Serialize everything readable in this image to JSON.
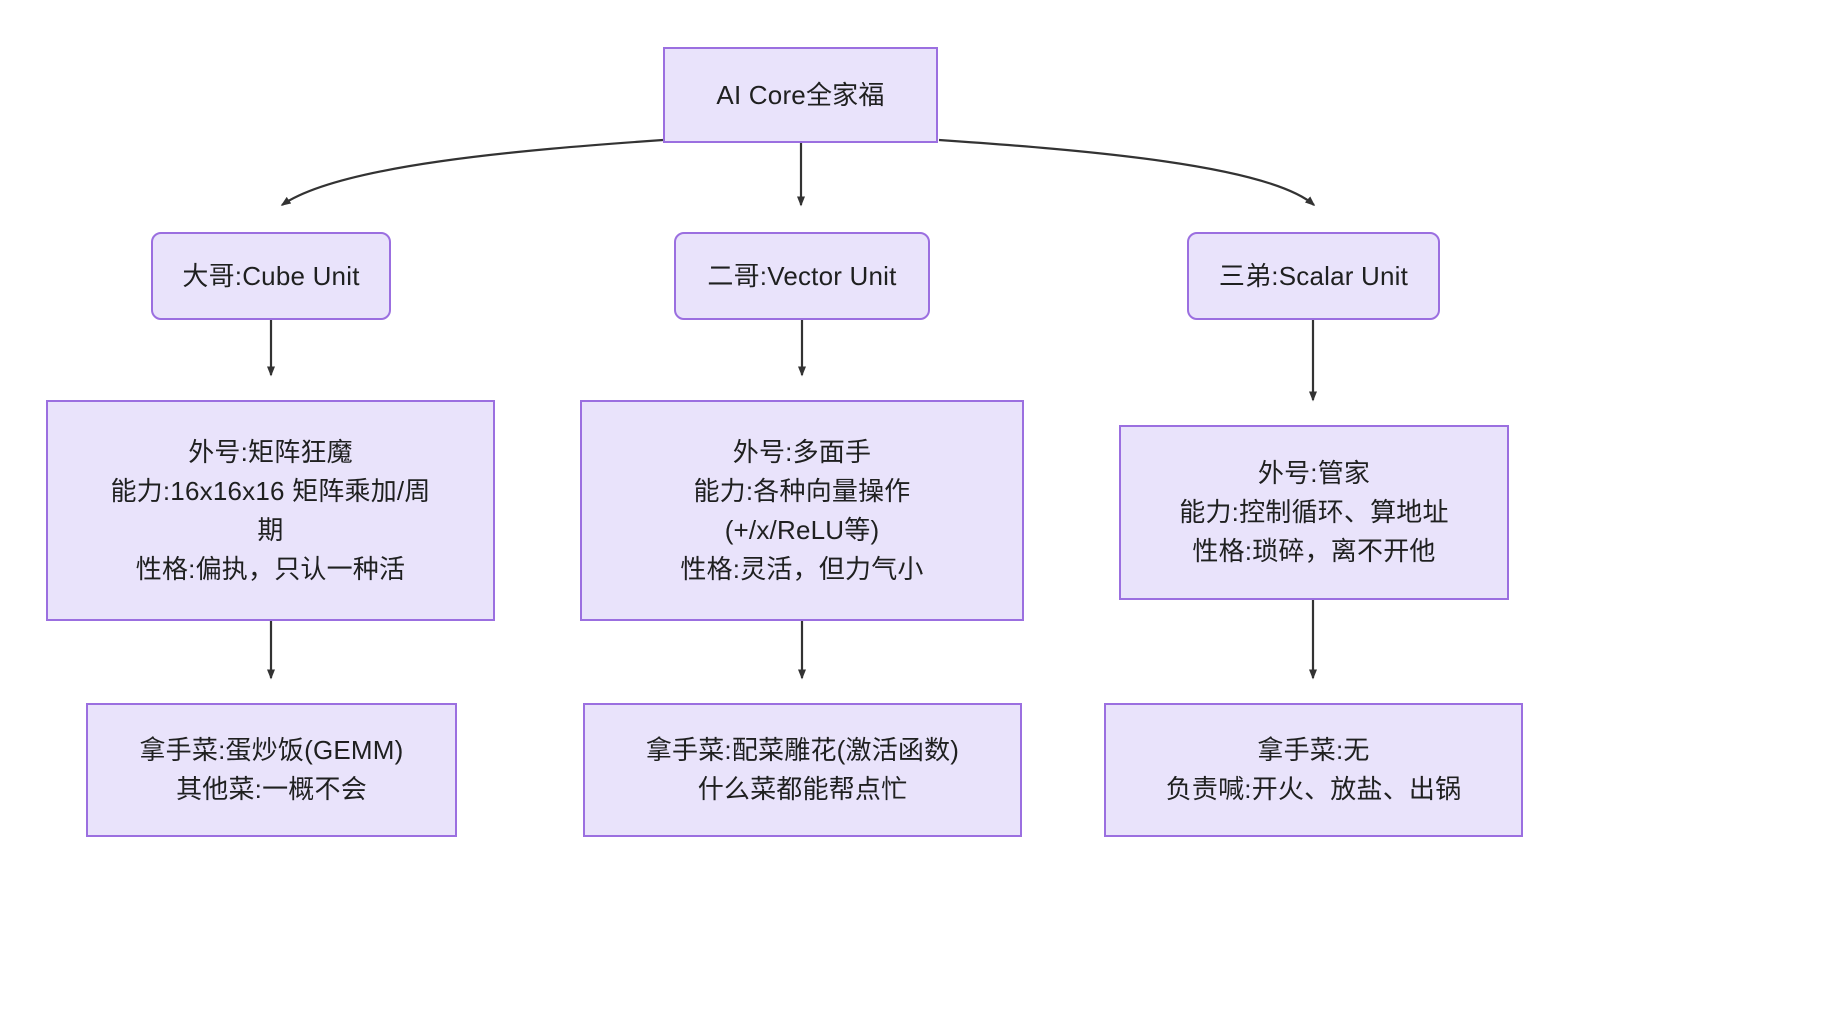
{
  "diagram": {
    "title": "AI Core全家福",
    "type": "flowchart",
    "direction": "top-down",
    "colors": {
      "node_fill": "#E9E3FB",
      "node_border": "#9B6FE0",
      "text": "#1f2020",
      "edge": "#333333",
      "background": "#ffffff"
    },
    "nodes": {
      "root": {
        "label": "AI Core全家福",
        "shape": "rectangle"
      },
      "cube": {
        "label": "大哥:Cube Unit",
        "shape": "rounded-rectangle"
      },
      "vector": {
        "label": "二哥:Vector Unit",
        "shape": "rounded-rectangle"
      },
      "scalar": {
        "label": "三弟:Scalar Unit",
        "shape": "rounded-rectangle"
      },
      "cube_detail": {
        "shape": "rectangle",
        "lines": [
          "外号:矩阵狂魔",
          "能力:16x16x16 矩阵乘加/周",
          "期",
          "性格:偏执，只认一种活"
        ]
      },
      "vector_detail": {
        "shape": "rectangle",
        "lines": [
          "外号:多面手",
          "能力:各种向量操作",
          "(+/x/ReLU等)",
          "性格:灵活，但力气小"
        ]
      },
      "scalar_detail": {
        "shape": "rectangle",
        "lines": [
          "外号:管家",
          "能力:控制循环、算地址",
          "性格:琐碎，离不开他"
        ]
      },
      "cube_dish": {
        "shape": "rectangle",
        "lines": [
          "拿手菜:蛋炒饭(GEMM)",
          "其他菜:一概不会"
        ]
      },
      "vector_dish": {
        "shape": "rectangle",
        "lines": [
          "拿手菜:配菜雕花(激活函数)",
          "什么菜都能帮点忙"
        ]
      },
      "scalar_dish": {
        "shape": "rectangle",
        "lines": [
          "拿手菜:无",
          "负责喊:开火、放盐、出锅"
        ]
      }
    },
    "edges": [
      {
        "from": "root",
        "to": "cube",
        "style": "curved-arrow"
      },
      {
        "from": "root",
        "to": "vector",
        "style": "straight-arrow"
      },
      {
        "from": "root",
        "to": "scalar",
        "style": "curved-arrow"
      },
      {
        "from": "cube",
        "to": "cube_detail",
        "style": "straight-arrow"
      },
      {
        "from": "vector",
        "to": "vector_detail",
        "style": "straight-arrow"
      },
      {
        "from": "scalar",
        "to": "scalar_detail",
        "style": "straight-arrow"
      },
      {
        "from": "cube_detail",
        "to": "cube_dish",
        "style": "straight-arrow"
      },
      {
        "from": "vector_detail",
        "to": "vector_dish",
        "style": "straight-arrow"
      },
      {
        "from": "scalar_detail",
        "to": "scalar_dish",
        "style": "straight-arrow"
      }
    ]
  }
}
